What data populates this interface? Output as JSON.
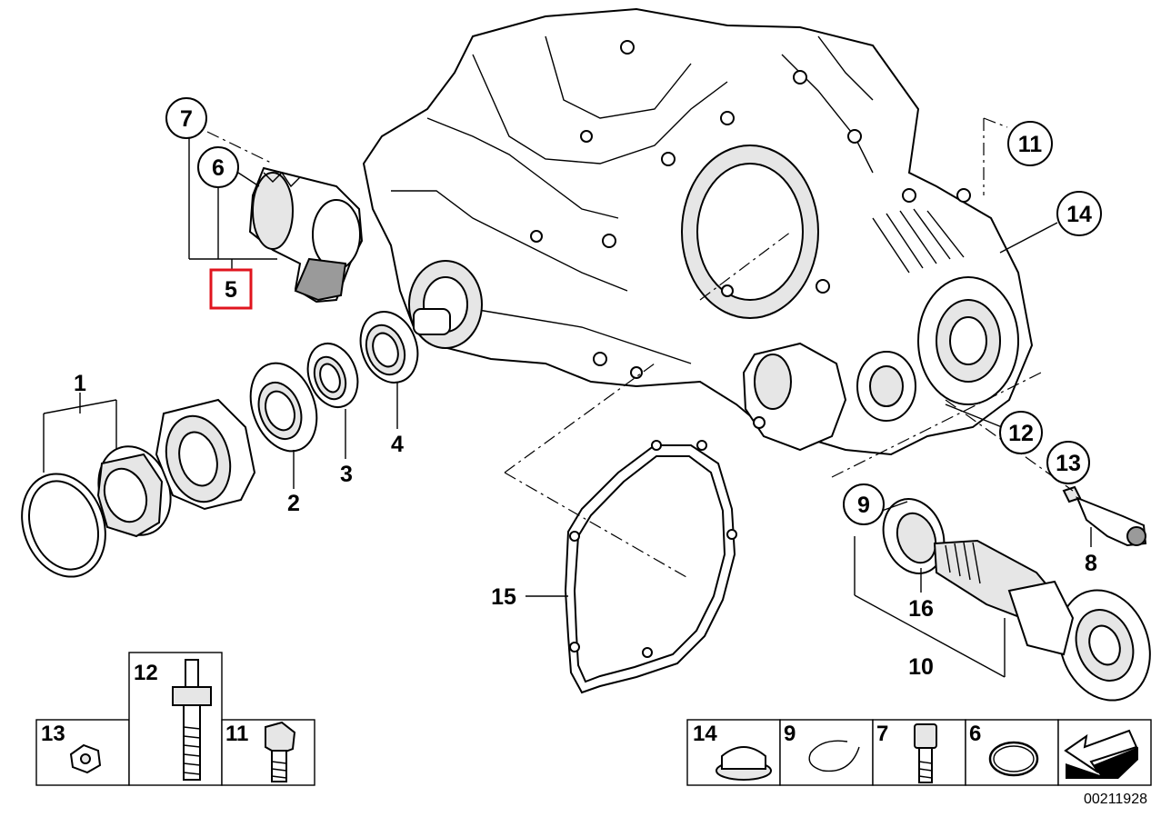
{
  "diagram_id": "00211928",
  "colors": {
    "highlight": "#e0141e",
    "line": "#000000"
  },
  "callouts": {
    "c1": "1",
    "c2": "2",
    "c3": "3",
    "c4": "4",
    "c5": "5",
    "c6": "6",
    "c7": "7",
    "c8": "8",
    "c9": "9",
    "c10": "10",
    "c11": "11",
    "c12": "12",
    "c13": "13",
    "c14": "14",
    "c15": "15",
    "c16": "16"
  },
  "legend_left": {
    "a": "13",
    "b": "12",
    "c": "11"
  },
  "legend_right": {
    "a": "14",
    "b": "9",
    "c": "7",
    "d": "6"
  },
  "highlighted_part": "5",
  "icons": {
    "arrow": "arrow-down-left-icon"
  }
}
